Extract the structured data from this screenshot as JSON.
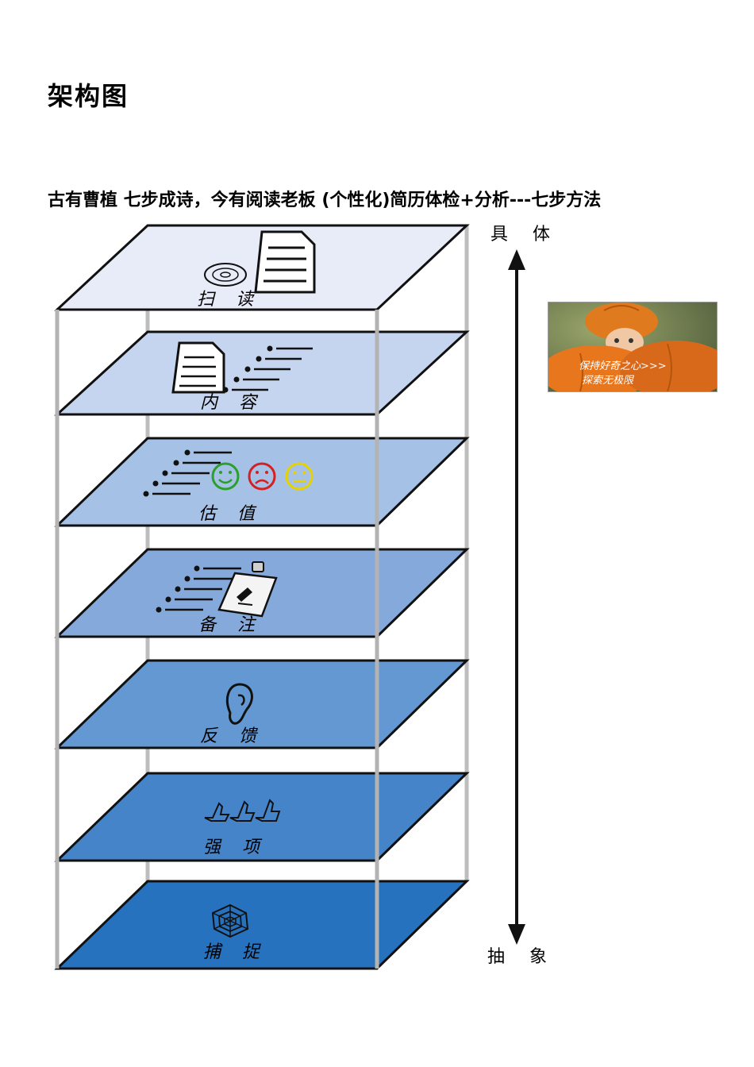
{
  "title": "架构图",
  "subtitle": "古有曹植 七步成诗，今有阅读老板 (个性化)简历体检+分析---七步方法",
  "axis": {
    "top_label": "具 体",
    "bottom_label": "抽 象"
  },
  "layers": [
    {
      "label": "扫 读",
      "icon": "disc-and-document-icon",
      "color": "#e8ecf8"
    },
    {
      "label": "内 容",
      "icon": "document-and-bullets-icon",
      "color": "#c6d5ef"
    },
    {
      "label": "估 值",
      "icon": "bullets-and-faces-icon",
      "color": "#a6c1e6"
    },
    {
      "label": "备 注",
      "icon": "bullets-and-clipboard-icon",
      "color": "#86a9dc"
    },
    {
      "label": "反 馈",
      "icon": "ear-icon",
      "color": "#6498d2"
    },
    {
      "label": "强 项",
      "icon": "thumbs-up-icon",
      "color": "#4584c8"
    },
    {
      "label": "捕 捉",
      "icon": "spider-web-icon",
      "color": "#2672be"
    }
  ],
  "promo": {
    "line1": "保持好奇之心>>>",
    "line2": "探索无极限"
  },
  "colors": {
    "frame": "#b3b3b3",
    "face_green": "#2aa02a",
    "face_red": "#d42020",
    "face_yellow": "#e6d200"
  }
}
